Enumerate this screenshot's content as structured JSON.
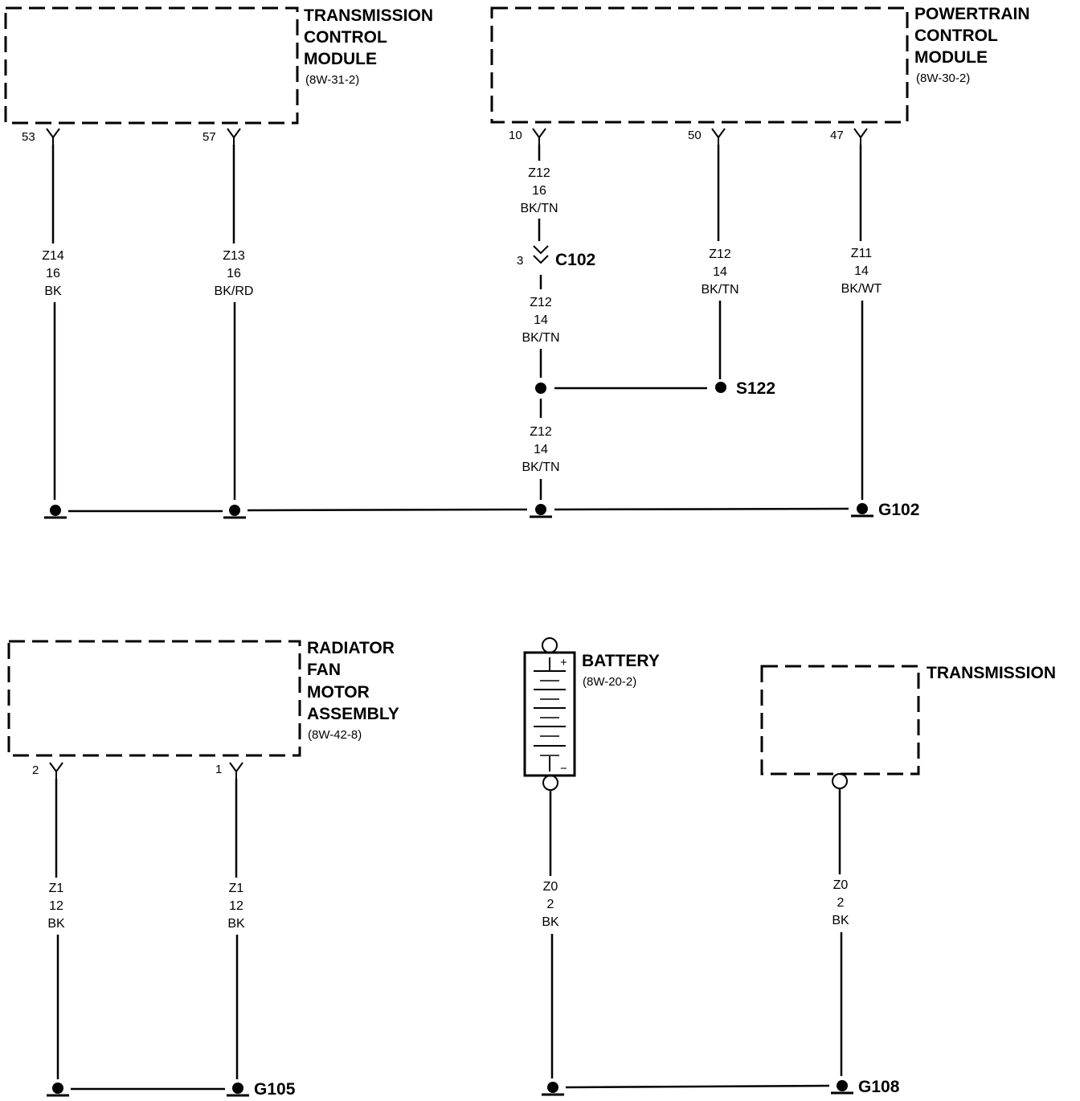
{
  "components": {
    "tcm": {
      "title": [
        "TRANSMISSION",
        "CONTROL",
        "MODULE"
      ],
      "ref": "(8W-31-2)"
    },
    "pcm": {
      "title": [
        "POWERTRAIN",
        "CONTROL",
        "MODULE"
      ],
      "ref": "(8W-30-2)"
    },
    "fan": {
      "title": [
        "RADIATOR",
        "FAN",
        "MOTOR",
        "ASSEMBLY"
      ],
      "ref": "(8W-42-8)"
    },
    "battery": {
      "title": "BATTERY",
      "ref": "(8W-20-2)",
      "plus": "+",
      "minus": "−"
    },
    "transmission": {
      "title": "TRANSMISSION"
    }
  },
  "pins": {
    "tcm_53": "53",
    "tcm_57": "57",
    "pcm_10": "10",
    "pcm_50": "50",
    "pcm_47": "47",
    "fan_2": "2",
    "fan_1": "1",
    "c102_cavity": "3"
  },
  "wires": {
    "w_tcm53": [
      "Z14",
      "16",
      "BK"
    ],
    "w_tcm57": [
      "Z13",
      "16",
      "BK/RD"
    ],
    "w_pcm10_upper": [
      "Z12",
      "16",
      "BK/TN"
    ],
    "w_pcm10_mid": [
      "Z12",
      "14",
      "BK/TN"
    ],
    "w_pcm10_lower": [
      "Z12",
      "14",
      "BK/TN"
    ],
    "w_pcm50": [
      "Z12",
      "14",
      "BK/TN"
    ],
    "w_pcm47": [
      "Z11",
      "14",
      "BK/WT"
    ],
    "w_fan2": [
      "Z1",
      "12",
      "BK"
    ],
    "w_fan1": [
      "Z1",
      "12",
      "BK"
    ],
    "w_batt": [
      "Z0",
      "2",
      "BK"
    ],
    "w_trans": [
      "Z0",
      "2",
      "BK"
    ]
  },
  "nodes": {
    "connector": "C102",
    "splice": "S122",
    "ground_g102": "G102",
    "ground_g105": "G105",
    "ground_g108": "G108"
  }
}
